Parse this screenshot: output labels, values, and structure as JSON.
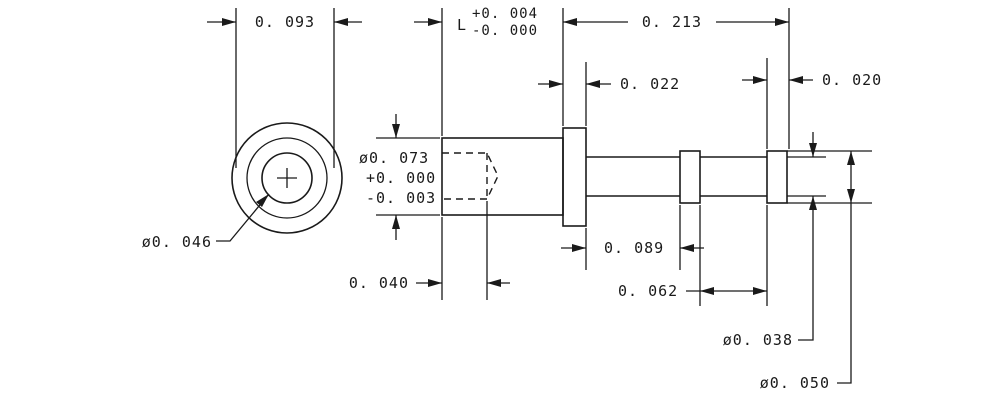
{
  "dimensions": {
    "end_view_outer_width": "0. 093",
    "end_view_bore_diameter": "ø0. 046",
    "length_label": "L",
    "length_tol_plus": "+0. 004",
    "length_tol_minus": "-0. 000",
    "overall_length": "0. 213",
    "flange_width": "0. 022",
    "end_land_width": "0. 020",
    "barrel_diameter": "ø0. 073",
    "barrel_tol_plus": "+0. 000",
    "barrel_tol_minus": "-0. 003",
    "bore_depth": "0. 040",
    "flange_to_groove": "0. 089",
    "groove_to_end": "0. 062",
    "pin_diameter": "ø0. 038",
    "land_diameter": "ø0. 050"
  }
}
